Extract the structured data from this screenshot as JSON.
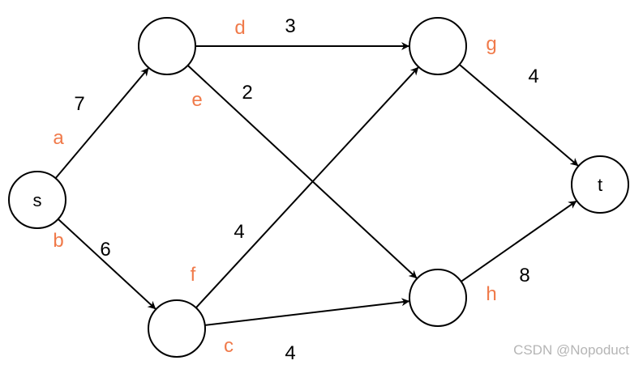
{
  "colors": {
    "stroke": "#000000",
    "edge_label": "#f07a4a",
    "watermark": "#b5b5b5"
  },
  "nodes": [
    {
      "id": "s",
      "label": "s"
    },
    {
      "id": "n1",
      "label": ""
    },
    {
      "id": "n2",
      "label": ""
    },
    {
      "id": "n3",
      "label": ""
    },
    {
      "id": "n4",
      "label": ""
    },
    {
      "id": "t",
      "label": "t"
    }
  ],
  "edges": [
    {
      "from": "s",
      "to": "n1",
      "name": "a",
      "weight": "7"
    },
    {
      "from": "s",
      "to": "n2",
      "name": "b",
      "weight": "6"
    },
    {
      "from": "n2",
      "to": "n4",
      "name": "c",
      "weight": "4"
    },
    {
      "from": "n1",
      "to": "n3",
      "name": "d",
      "weight": "3"
    },
    {
      "from": "n1",
      "to": "n4",
      "name": "e",
      "weight": "2"
    },
    {
      "from": "n2",
      "to": "n3",
      "name": "f",
      "weight": "4"
    },
    {
      "from": "n3",
      "to": "t",
      "name": "g",
      "weight": "4"
    },
    {
      "from": "n4",
      "to": "t",
      "name": "h",
      "weight": "8"
    }
  ],
  "watermark": "CSDN @Nopoduct"
}
